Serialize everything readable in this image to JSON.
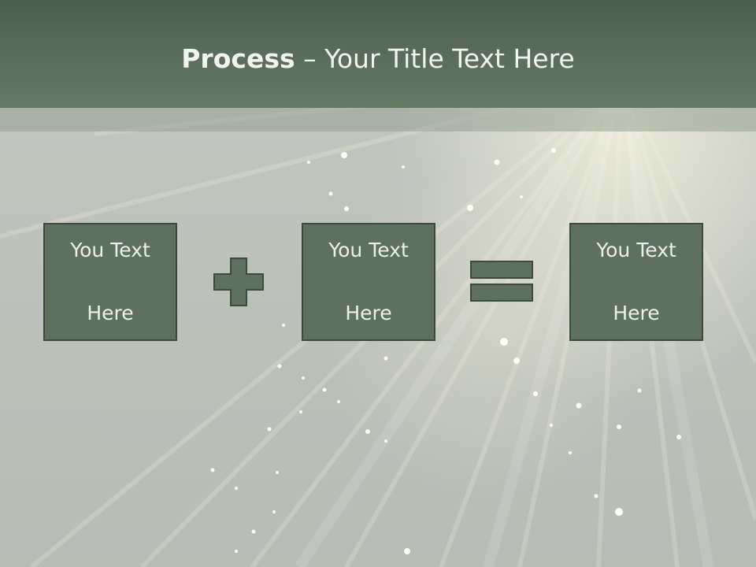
{
  "slide": {
    "title_bold": "Process",
    "title_rest": " – Your Title Text Here"
  },
  "boxes": [
    {
      "text_line1": "You Text",
      "text_line2": "Here"
    },
    {
      "text_line1": "You Text",
      "text_line2": "Here"
    },
    {
      "text_line1": "You Text",
      "text_line2": "Here"
    }
  ],
  "operators": {
    "first": "plus-icon",
    "second": "equals-icon"
  },
  "colors": {
    "title_bar": "#5b6d5b",
    "box_fill": "#5e705e",
    "box_border": "#3d4b3d",
    "text": "#eef1ea"
  }
}
